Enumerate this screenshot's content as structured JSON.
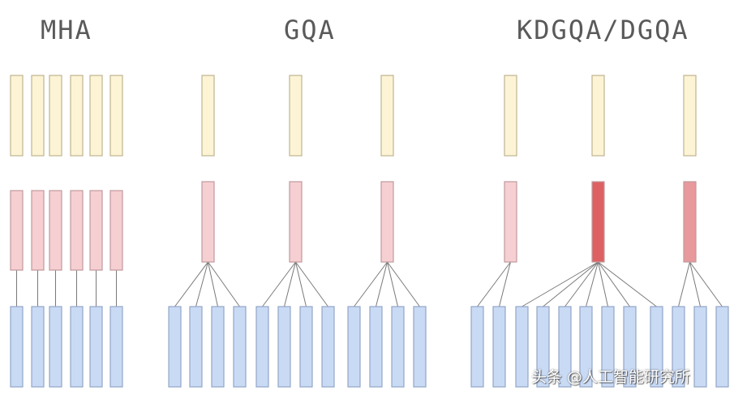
{
  "titles": {
    "mha": "MHA",
    "gqa": "GQA",
    "kdgqa": "KDGQA/DGQA"
  },
  "watermark": "头条 @人工智能研究所",
  "colors": {
    "query_fill": "#fdf4d6",
    "query_stroke": "#bfb48f",
    "key_fill_light": "#f6cfd2",
    "key_fill_medium": "#e8999c",
    "key_fill_strong": "#dd6163",
    "key_stroke": "#c09a9c",
    "value_fill": "#c9daf5",
    "value_stroke": "#93a6c6",
    "connector": "#7a7a7a"
  }
}
